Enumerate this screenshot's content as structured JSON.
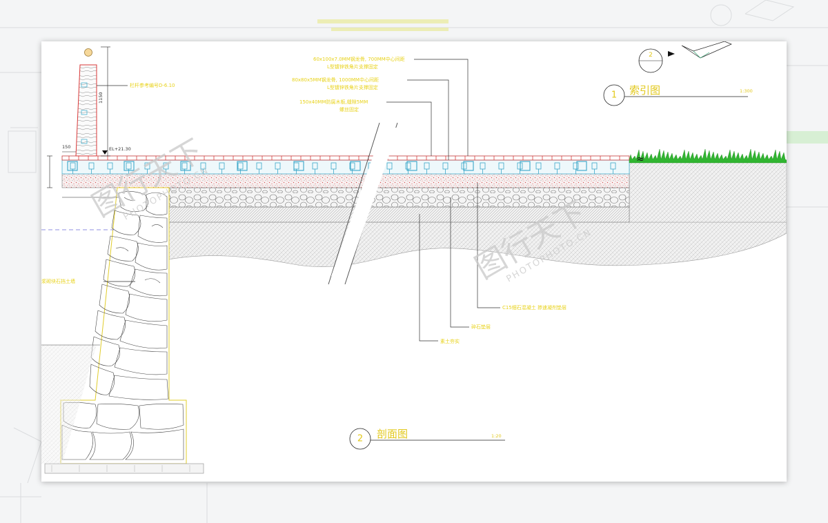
{
  "drawing": {
    "section_title": {
      "number": "2",
      "label": "剖面图",
      "scale": "1:20"
    },
    "index_title": {
      "number": "1",
      "label": "索引图",
      "scale": "1:300"
    },
    "index_bubble": {
      "number": "2"
    },
    "callouts": {
      "railing_note": "栏杆参考编号D-6.10",
      "joist_1a": "60x100x7.0MM钢龙骨, 700MM中心间距",
      "joist_1b": "L型镀锌铁角片支撑固定",
      "joist_2a": "80x80x5MM钢龙骨, 1000MM中心间距",
      "joist_2b": "L型镀锌铁角片支撑固定",
      "deck_a": "150x40MM防腐木板,缝隙5MM",
      "deck_b": "螺丝固定",
      "concrete": "C15细石混凝土 掺速凝剂垫层",
      "gravel": "碎石垫层",
      "soil": "素土夯实",
      "wall": "浆砌块石挡土墙"
    },
    "dimensions": {
      "height": "1150",
      "offset": "150",
      "elevation": "EL+21.30"
    },
    "watermark": {
      "brand": "图行天下",
      "sub": "PHOTOPHOTO.CN"
    }
  }
}
